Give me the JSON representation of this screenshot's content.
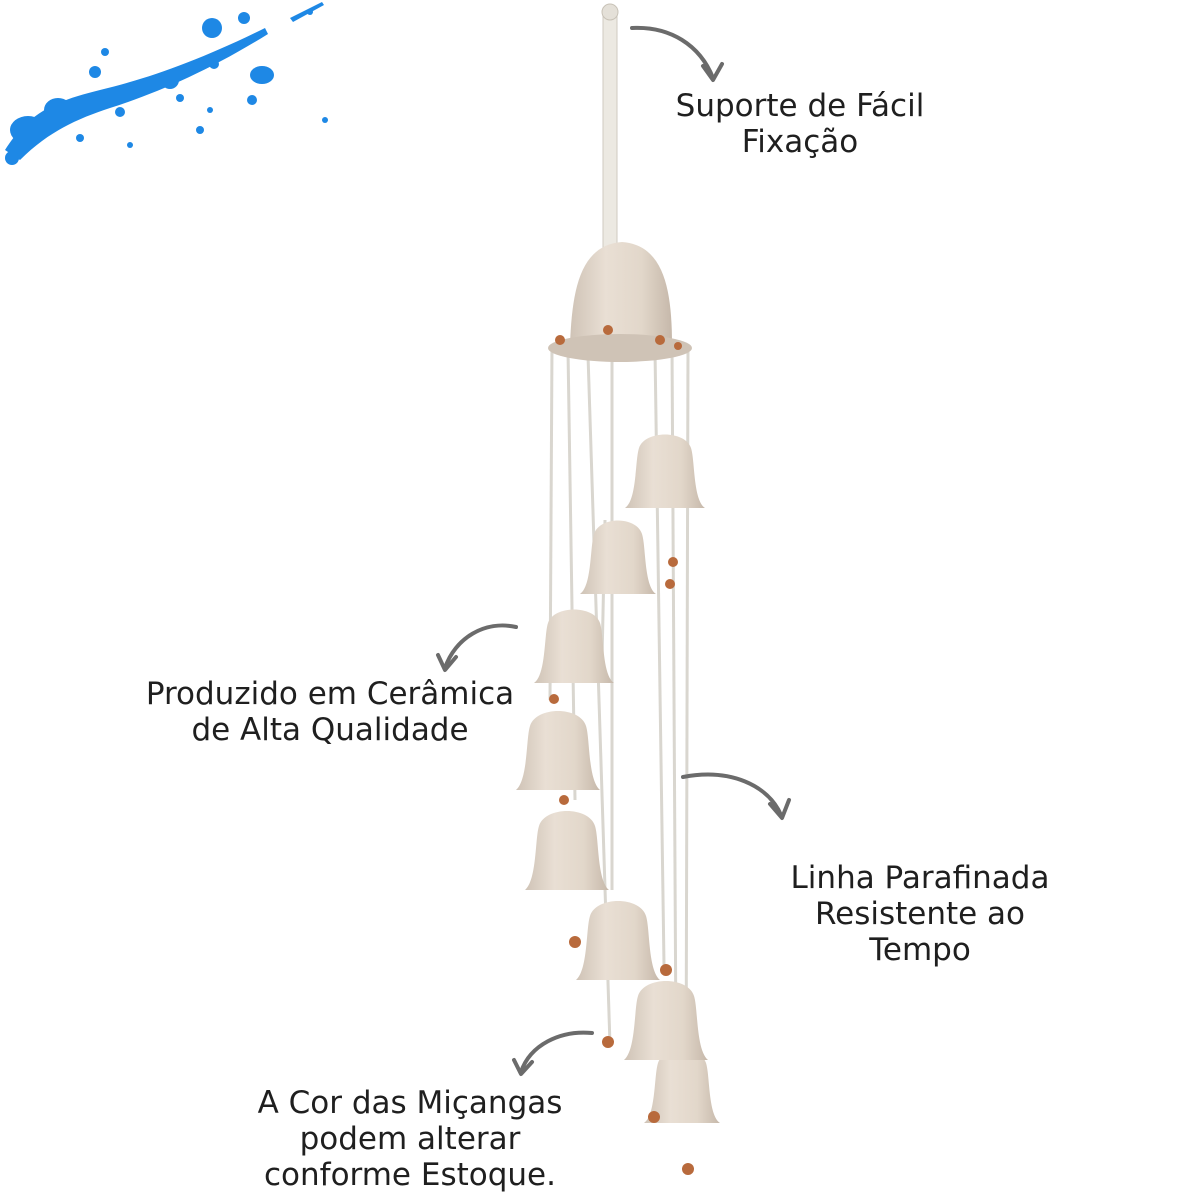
{
  "labels": {
    "support": [
      "Suporte de Fácil",
      "Fixação"
    ],
    "ceramic": [
      "Produzido em Cerâmica",
      "de Alta Qualidade"
    ],
    "line": [
      "Linha Parafinada",
      "Resistente ao",
      "Tempo"
    ],
    "beads": [
      "A Cor das Miçangas",
      "podem alterar",
      "conforme Estoque."
    ]
  },
  "colors": {
    "paint_splash": "#1e88e5",
    "ceramic": "#e3d8cc",
    "ceramic_shadow": "#c9bbad",
    "bead": "#b86a3c",
    "string": "#d9d6cf",
    "arrow": "#6b6b6b",
    "text": "#1f1f1f"
  },
  "illustration": {
    "product": "ceramic-wind-chime",
    "decoration": "blue-paint-splash"
  }
}
